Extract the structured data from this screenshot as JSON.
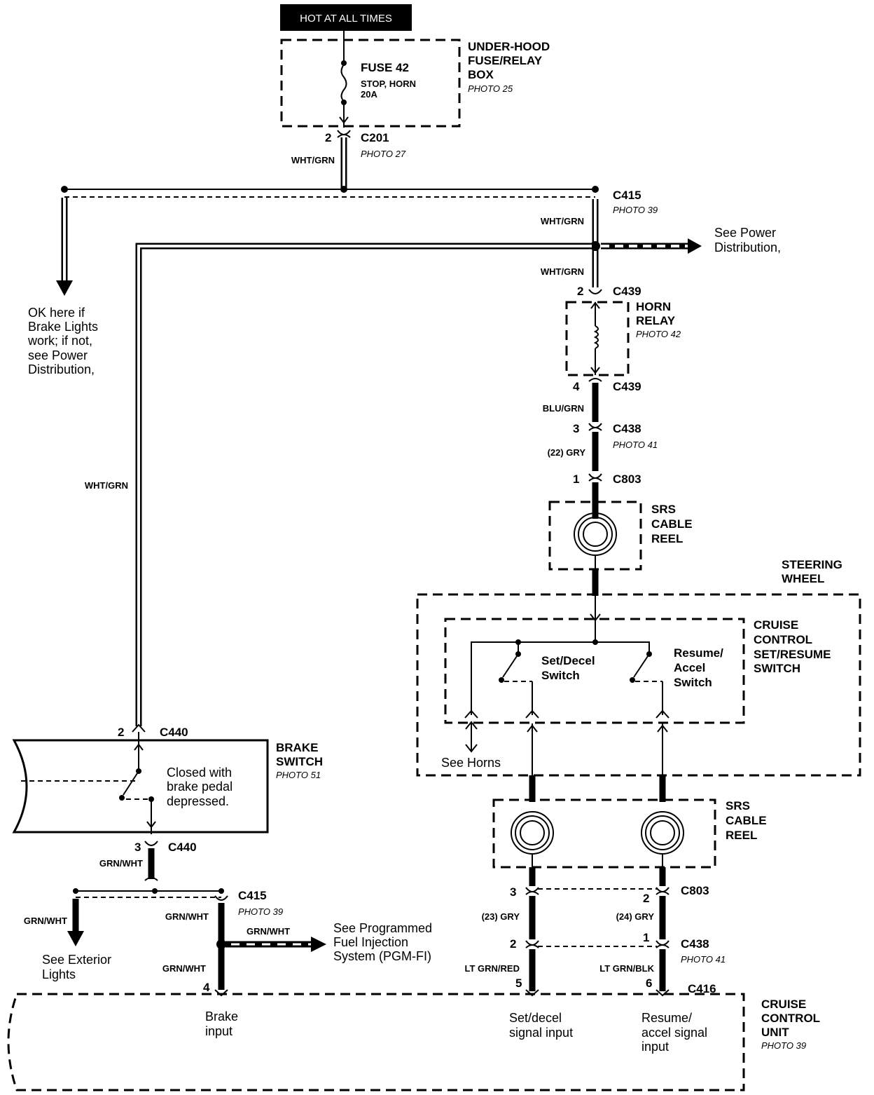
{
  "header": {
    "hot_label": "HOT AT ALL TIMES"
  },
  "fuse_box": {
    "title_lines": [
      "UNDER-HOOD",
      "FUSE/RELAY",
      "BOX"
    ],
    "photo": "PHOTO 25",
    "fuse_name": "FUSE 42",
    "fuse_desc_lines": [
      "STOP, HORN",
      "20A"
    ]
  },
  "connectors": {
    "c201": {
      "id": "C201",
      "pin": "2",
      "photo": "PHOTO 27"
    },
    "c415_top": {
      "id": "C415",
      "photo": "PHOTO 39"
    },
    "c439_top": {
      "id": "C439",
      "pin": "2"
    },
    "c439_bot": {
      "id": "C439",
      "pin": "4"
    },
    "c438_top": {
      "id": "C438",
      "pin": "3",
      "photo": "PHOTO 41"
    },
    "c803_top": {
      "id": "C803",
      "pin": "1"
    },
    "c440_top": {
      "id": "C440",
      "pin": "2"
    },
    "c440_bot": {
      "id": "C440",
      "pin": "3"
    },
    "c415_bot": {
      "id": "C415",
      "pin": "4",
      "photo": "PHOTO 39"
    },
    "c803_bot": {
      "id": "C803",
      "pin_left": "3",
      "pin_right": "2"
    },
    "c438_bot": {
      "id": "C438",
      "pin_left": "2",
      "pin_right": "1",
      "photo": "PHOTO 41"
    },
    "c416": {
      "id": "C416",
      "pin_left": "5",
      "pin_right": "6"
    }
  },
  "wires": {
    "wht_grn_a": "WHT/GRN",
    "wht_grn_b": "WHT/GRN",
    "wht_grn_c": "WHT/GRN",
    "wht_grn_left": "WHT/GRN",
    "blu_grn": "BLU/GRN",
    "gry_22": "(22) GRY",
    "grn_wht_a": "GRN/WHT",
    "grn_wht_b": "GRN/WHT",
    "grn_wht_c": "GRN/WHT",
    "grn_wht_d": "GRN/WHT",
    "grn_wht_e": "GRN/WHT",
    "gry_23": "(23) GRY",
    "gry_24": "(24) GRY",
    "lt_grn_red": "LT GRN/RED",
    "lt_grn_blk": "LT GRN/BLK"
  },
  "notes": {
    "see_power_lines": [
      "See Power",
      "Distribution,"
    ],
    "ok_here_lines": [
      "OK here if",
      "Brake Lights",
      "work; if not,",
      "see Power",
      "Distribution,"
    ],
    "see_horns": "See Horns",
    "see_exterior_lines": [
      "See Exterior",
      "Lights"
    ],
    "see_pgmfi_lines": [
      "See Programmed",
      "Fuel Injection",
      "System (PGM-FI)"
    ]
  },
  "horn_relay": {
    "title_lines": [
      "HORN",
      "RELAY"
    ],
    "photo": "PHOTO 42"
  },
  "srs_top": {
    "title_lines": [
      "SRS",
      "CABLE",
      "REEL"
    ]
  },
  "srs_bot": {
    "title_lines": [
      "SRS",
      "CABLE",
      "REEL"
    ]
  },
  "steering": {
    "title_lines": [
      "STEERING",
      "WHEEL"
    ]
  },
  "cruise_switch": {
    "title_lines": [
      "CRUISE",
      "CONTROL",
      "SET/RESUME",
      "SWITCH"
    ],
    "set_lines": [
      "Set/Decel",
      "Switch"
    ],
    "resume_lines": [
      "Resume/",
      "Accel",
      "Switch"
    ]
  },
  "brake_switch": {
    "title_lines": [
      "BRAKE",
      "SWITCH"
    ],
    "photo": "PHOTO 51",
    "desc_lines": [
      "Closed with",
      "brake pedal",
      "depressed."
    ]
  },
  "cruise_unit": {
    "title_lines": [
      "CRUISE",
      "CONTROL",
      "UNIT"
    ],
    "photo": "PHOTO 39",
    "brake_input_lines": [
      "Brake",
      "input"
    ],
    "set_input_lines": [
      "Set/decel",
      "signal input"
    ],
    "resume_input_lines": [
      "Resume/",
      "accel signal",
      "input"
    ]
  }
}
